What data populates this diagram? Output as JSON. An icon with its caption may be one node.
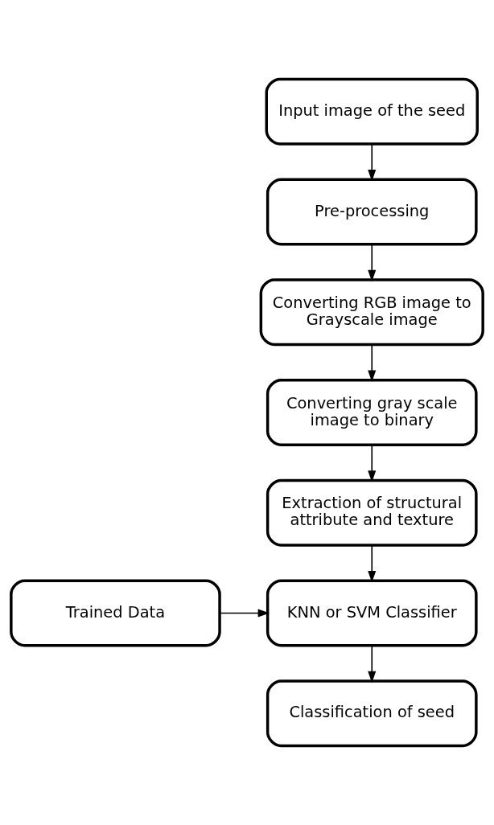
{
  "diagram": {
    "nodes": [
      {
        "text": [
          "Input image of the seed"
        ]
      },
      {
        "text": [
          "Pre-processing"
        ]
      },
      {
        "text": [
          "Converting RGB image to Grayscale image"
        ]
      },
      {
        "text": [
          "Converting gray scale image to binary"
        ]
      },
      {
        "text": [
          "Extraction of structural attribute and texture"
        ]
      },
      {
        "text": [
          "KNN or SVM Classifier"
        ]
      },
      {
        "text": [
          "Trained Data"
        ]
      },
      {
        "text": [
          "Classification of seed"
        ]
      }
    ],
    "edges": [
      {
        "from": 0,
        "to": 1,
        "arrow": "to"
      },
      {
        "from": 1,
        "to": 2,
        "arrow": "to"
      },
      {
        "from": 2,
        "to": 3,
        "arrow": "to"
      },
      {
        "from": 3,
        "to": 4,
        "arrow": "to"
      },
      {
        "from": 4,
        "to": 5,
        "arrow": "to"
      },
      {
        "from": 6,
        "to": 5,
        "arrow": "to"
      },
      {
        "from": 5,
        "to": 7,
        "arrow": "to"
      }
    ]
  }
}
